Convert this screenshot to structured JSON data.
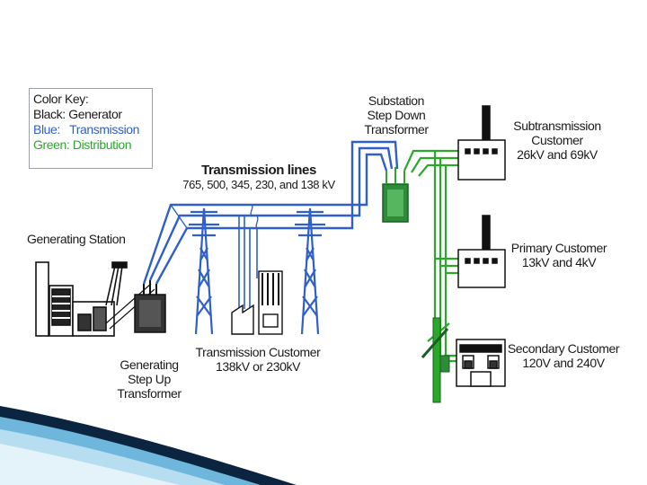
{
  "colors": {
    "generator": "#111111",
    "transmission": "#2f5fc9",
    "distribution": "#2aa82a",
    "accent_dark": "#0b2540",
    "accent_light": "#6fb6dd"
  },
  "color_key": {
    "title": "Color Key:",
    "black": "Black: Generator",
    "blue_label": "Blue:",
    "blue_value": "Transmission",
    "green": "Green: Distribution"
  },
  "labels": {
    "substation": [
      "Substation",
      "Step Down",
      "Transformer"
    ],
    "transmission_lines_title": "Transmission lines",
    "transmission_lines_voltages": "765, 500, 345, 230, and 138 kV",
    "generating_station": "Generating Station",
    "generating_transformer": [
      "Generating",
      "Step Up",
      "Transformer"
    ],
    "transmission_customer": [
      "Transmission Customer",
      "138kV or 230kV"
    ],
    "subtransmission_customer": [
      "Subtransmission",
      "Customer",
      "26kV and 69kV"
    ],
    "primary_customer": [
      "Primary Customer",
      "13kV and 4kV"
    ],
    "secondary_customer": [
      "Secondary Customer",
      "120V and 240V"
    ]
  }
}
